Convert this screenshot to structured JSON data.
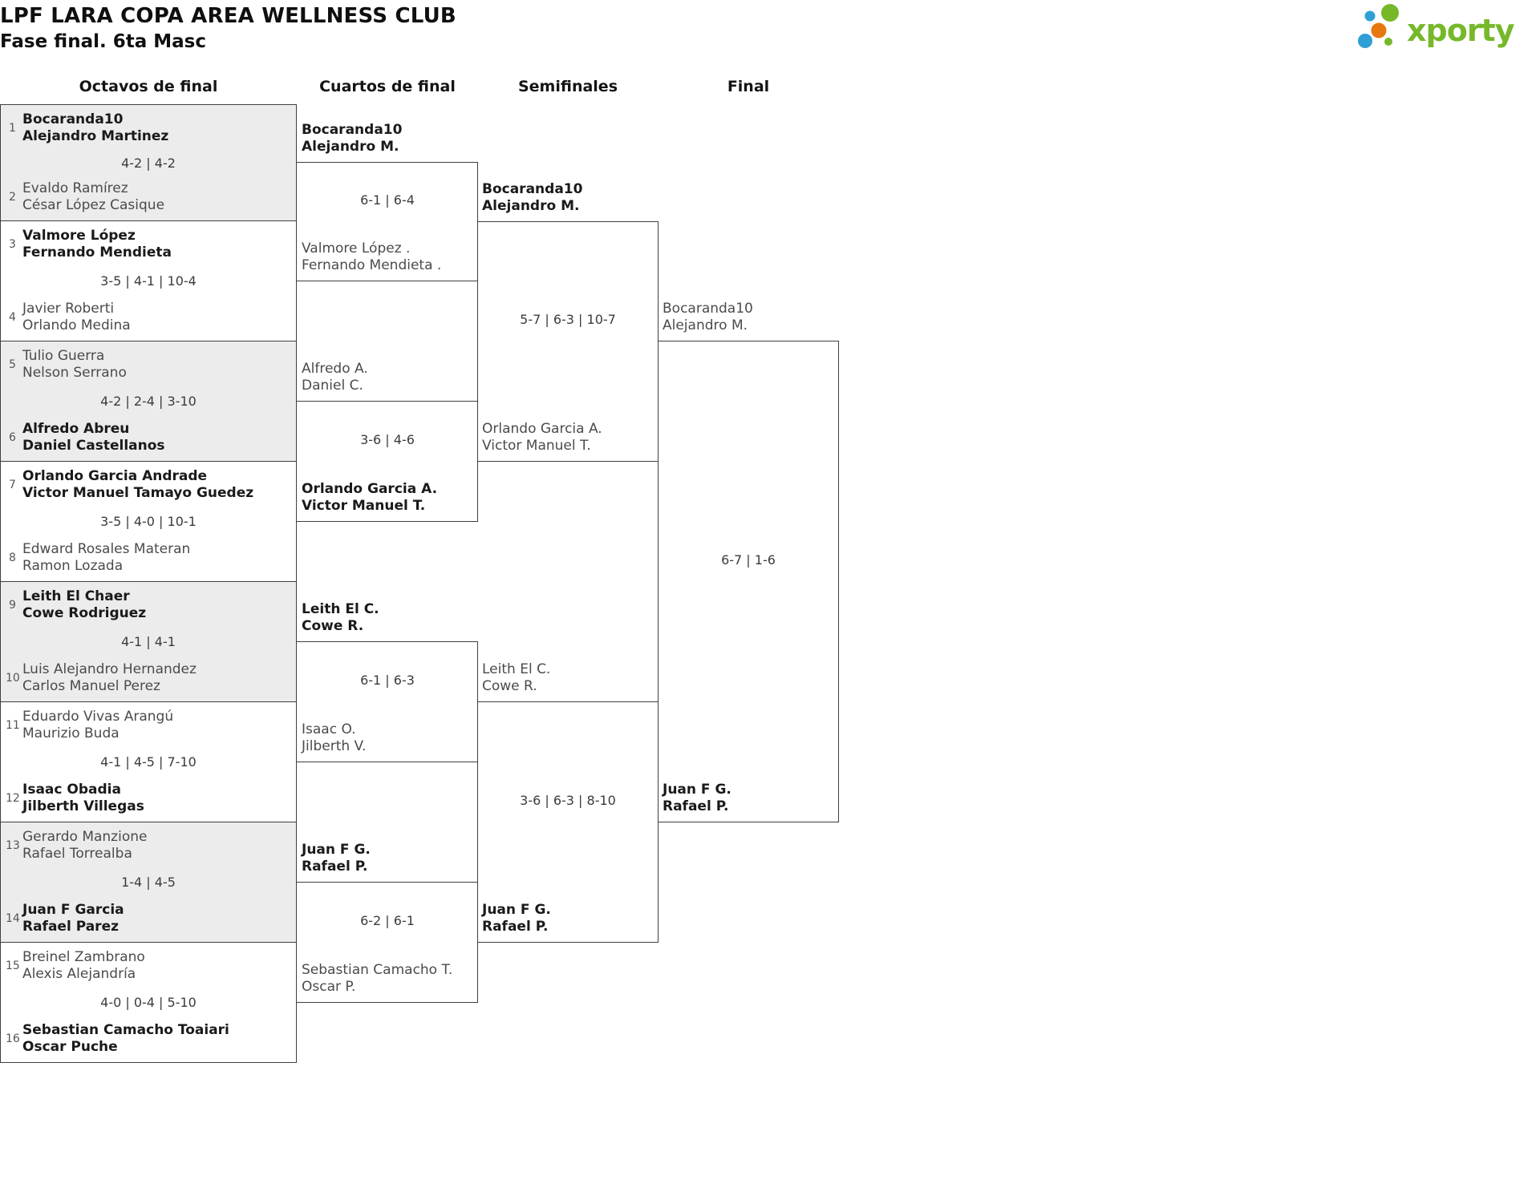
{
  "header": {
    "title": "LPF LARA COPA AREA WELLNESS CLUB",
    "subtitle": "Fase final. 6ta Masc",
    "logo_text": "xporty"
  },
  "rounds": [
    "Octavos de final",
    "Cuartos de final",
    "Semifinales",
    "Final"
  ],
  "colors": {
    "border": "#3f3f3f",
    "match_grey_bg": "#ececec",
    "logo_green": "#76b82a",
    "logo_blue": "#2f9fd6",
    "logo_orange": "#e8770f"
  },
  "octavos": [
    {
      "team1": {
        "seed": "1",
        "line1": "Bocaranda10",
        "line2": "Alejandro Martinez",
        "winner": true
      },
      "score": "4-2 | 4-2",
      "team2": {
        "seed": "2",
        "line1": "Evaldo Ramírez",
        "line2": "César López Casique",
        "winner": false
      }
    },
    {
      "team1": {
        "seed": "3",
        "line1": "Valmore López",
        "line2": "Fernando Mendieta",
        "winner": true
      },
      "score": "3-5 | 4-1 | 10-4",
      "team2": {
        "seed": "4",
        "line1": "Javier Roberti",
        "line2": "Orlando Medina",
        "winner": false
      }
    },
    {
      "team1": {
        "seed": "5",
        "line1": "Tulio Guerra",
        "line2": "Nelson Serrano",
        "winner": false
      },
      "score": "4-2 | 2-4 | 3-10",
      "team2": {
        "seed": "6",
        "line1": "Alfredo Abreu",
        "line2": "Daniel Castellanos",
        "winner": true
      }
    },
    {
      "team1": {
        "seed": "7",
        "line1": "Orlando Garcia Andrade",
        "line2": "Victor Manuel Tamayo Guedez",
        "winner": true
      },
      "score": "3-5 | 4-0 | 10-1",
      "team2": {
        "seed": "8",
        "line1": "Edward Rosales Materan",
        "line2": "Ramon Lozada",
        "winner": false
      }
    },
    {
      "team1": {
        "seed": "9",
        "line1": "Leith El Chaer",
        "line2": "Cowe Rodriguez",
        "winner": true
      },
      "score": "4-1 | 4-1",
      "team2": {
        "seed": "10",
        "line1": "Luis Alejandro Hernandez",
        "line2": "Carlos Manuel Perez",
        "winner": false
      }
    },
    {
      "team1": {
        "seed": "11",
        "line1": "Eduardo Vivas Arangú",
        "line2": "Maurizio Buda",
        "winner": false
      },
      "score": "4-1 | 4-5 | 7-10",
      "team2": {
        "seed": "12",
        "line1": "Isaac Obadia",
        "line2": "Jilberth Villegas",
        "winner": true
      }
    },
    {
      "team1": {
        "seed": "13",
        "line1": "Gerardo Manzione",
        "line2": "Rafael Torrealba",
        "winner": false
      },
      "score": "1-4 | 4-5",
      "team2": {
        "seed": "14",
        "line1": "Juan F Garcia",
        "line2": "Rafael Parez",
        "winner": true
      }
    },
    {
      "team1": {
        "seed": "15",
        "line1": "Breinel Zambrano",
        "line2": "Alexis Alejandría",
        "winner": false
      },
      "score": "4-0 | 0-4 | 5-10",
      "team2": {
        "seed": "16",
        "line1": "Sebastian Camacho Toaiari",
        "line2": "Oscar Puche",
        "winner": true
      }
    }
  ],
  "cuartos": [
    {
      "team1": {
        "line1": "Bocaranda10",
        "line2": "Alejandro M.",
        "winner": true
      },
      "score": "6-1 | 6-4",
      "team2": {
        "line1": "Valmore López .",
        "line2": "Fernando Mendieta .",
        "winner": false
      }
    },
    {
      "team1": {
        "line1": "Alfredo A.",
        "line2": "Daniel C.",
        "winner": false
      },
      "score": "3-6 | 4-6",
      "team2": {
        "line1": "Orlando Garcia A.",
        "line2": "Victor Manuel T.",
        "winner": true
      }
    },
    {
      "team1": {
        "line1": "Leith El C.",
        "line2": "Cowe R.",
        "winner": true
      },
      "score": "6-1 | 6-3",
      "team2": {
        "line1": "Isaac O.",
        "line2": "Jilberth V.",
        "winner": false
      }
    },
    {
      "team1": {
        "line1": "Juan F G.",
        "line2": "Rafael P.",
        "winner": true
      },
      "score": "6-2 | 6-1",
      "team2": {
        "line1": "Sebastian Camacho T.",
        "line2": "Oscar P.",
        "winner": false
      }
    }
  ],
  "semis": [
    {
      "team1": {
        "line1": "Bocaranda10",
        "line2": "Alejandro M.",
        "winner": true
      },
      "score": "5-7 | 6-3 | 10-7",
      "team2": {
        "line1": "Orlando Garcia A.",
        "line2": "Victor Manuel T.",
        "winner": false
      }
    },
    {
      "team1": {
        "line1": "Leith El C.",
        "line2": "Cowe R.",
        "winner": false
      },
      "score": "3-6 | 6-3 | 8-10",
      "team2": {
        "line1": "Juan F G.",
        "line2": "Rafael P.",
        "winner": true
      }
    }
  ],
  "final": {
    "team1": {
      "line1": "Bocaranda10",
      "line2": "Alejandro M.",
      "winner": false
    },
    "score": "6-7 | 1-6",
    "team2": {
      "line1": "Juan F G.",
      "line2": "Rafael P.",
      "winner": true
    }
  }
}
